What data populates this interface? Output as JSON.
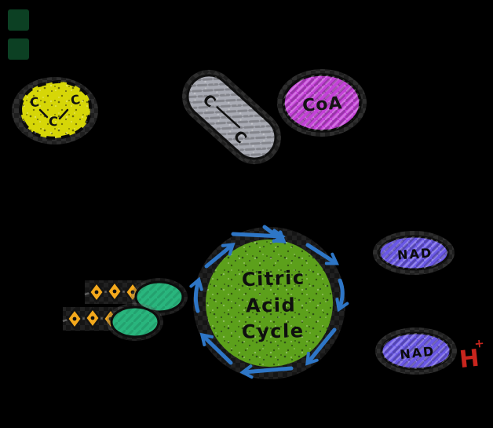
{
  "diagram": {
    "title": "Citric Acid Cycle",
    "background": "#000000",
    "corner_markers": {
      "color": "#0c4023"
    },
    "pyruvate": {
      "atoms": [
        "C",
        "C",
        "C"
      ],
      "fill": "#d6d607"
    },
    "acetyl": {
      "atoms": [
        "C",
        "C"
      ],
      "fill": "#a9abb4"
    },
    "coa": {
      "label": "CoA",
      "fill": "#c441d8"
    },
    "cycle": {
      "lines": [
        "Citric",
        "Acid",
        "Cycle"
      ],
      "fill": "#5ca01b",
      "arrow_color": "#2e76c6",
      "direction": "clockwise"
    },
    "energy_carriers": {
      "chains": 2,
      "diamonds_per_chain": 3,
      "diamond_fill": "#f4a91c",
      "ellipse_fill": "#29b57d"
    },
    "nad_top": {
      "label": "NAD",
      "fill": "#6a58e6"
    },
    "nad_bottom": {
      "label": "NAD",
      "fill": "#6a58e6"
    },
    "proton": {
      "label": "H",
      "superscript": "+",
      "color": "#c8251d"
    }
  }
}
